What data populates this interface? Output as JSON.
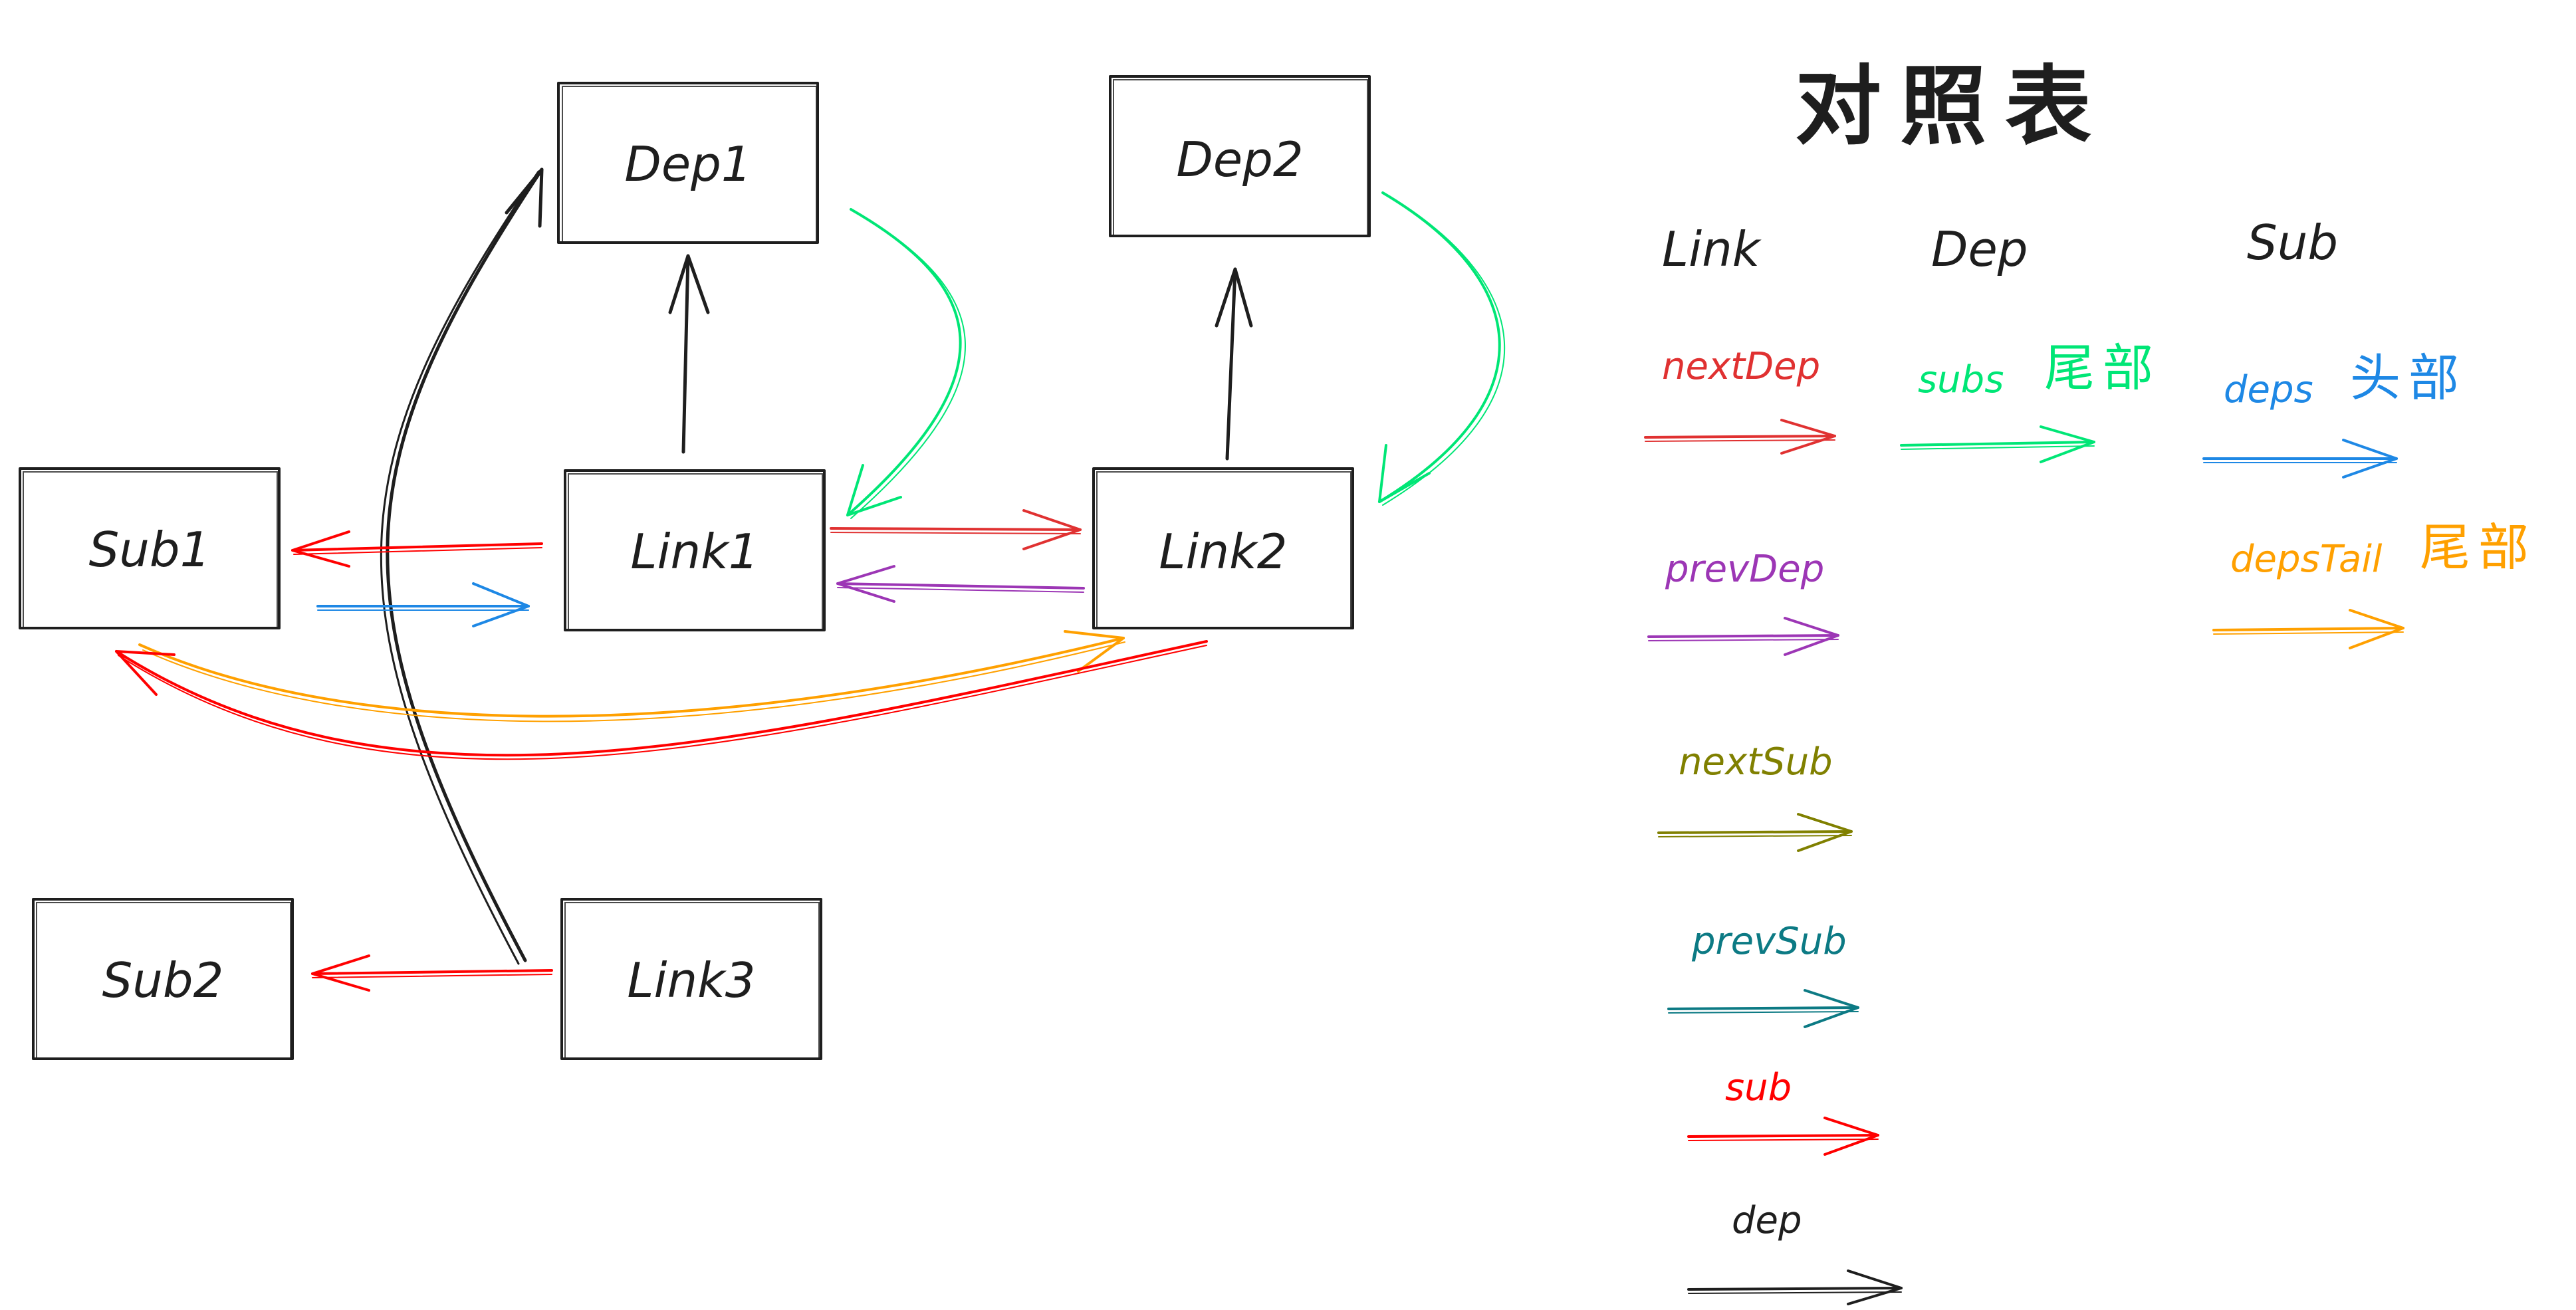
{
  "nodes": {
    "dep1": "Dep1",
    "dep2": "Dep2",
    "sub1": "Sub1",
    "link1": "Link1",
    "link2": "Link2",
    "sub2": "Sub2",
    "link3": "Link3"
  },
  "legend": {
    "title": "对照表",
    "columns": {
      "link": "Link",
      "dep": "Dep",
      "sub": "Sub"
    },
    "link_entries": [
      {
        "label": "nextDep",
        "color": "#e03131"
      },
      {
        "label": "prevDep",
        "color": "#9c36b5"
      },
      {
        "label": "nextSub",
        "color": "#808000"
      },
      {
        "label": "prevSub",
        "color": "#0c7a84"
      },
      {
        "label": "sub",
        "color": "#ff0000"
      },
      {
        "label": "dep",
        "color": "#1e1e1e"
      }
    ],
    "dep_entries": [
      {
        "label": "subs",
        "note": "尾部",
        "color": "#00e676"
      }
    ],
    "sub_entries": [
      {
        "label": "deps",
        "note": "头部",
        "color": "#1e88e5"
      },
      {
        "label": "depsTail",
        "note": "尾部",
        "color": "#ffa000"
      }
    ]
  },
  "colors": {
    "nextDep": "#e03131",
    "prevDep": "#9c36b5",
    "nextSub": "#808000",
    "prevSub": "#0c7a84",
    "sub": "#ff0000",
    "dep": "#1e1e1e",
    "subs": "#00e676",
    "deps": "#1e88e5",
    "depsTail": "#ffa000"
  }
}
